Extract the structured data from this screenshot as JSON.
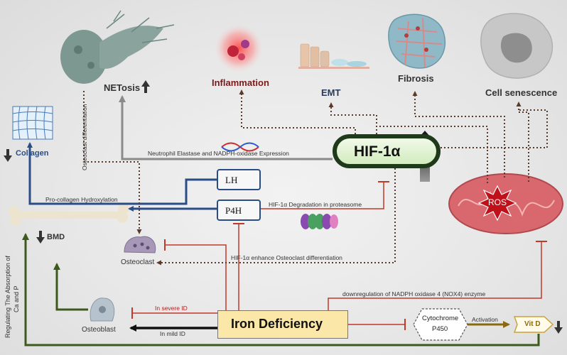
{
  "labels": {
    "netosis": "NETosis",
    "inflammation": "Inflammation",
    "emt": "EMT",
    "fibrosis": "Fibrosis",
    "cell_senescence": "Cell senescence",
    "collagen": "Collagen",
    "bmd": "BMD",
    "osteoclast": "Osteoclast",
    "osteoblast": "Osteoblast",
    "ros": "ROS",
    "vit_d": "Vit D",
    "cytochrome_line1": "Cytochrome",
    "cytochrome_line2": "P450",
    "lh": "LH",
    "p4h": "P4H",
    "hif": "HIF-1α",
    "iron_deficiency": "Iron Deficiency"
  },
  "edges": {
    "osteoclast_differentiation": "Osteoclast differentiation",
    "neutrophil": "Neutrophil Elastase and NADPH-oxidase Expression",
    "procollagen": "Pro-collagen Hydroxylation",
    "degradation": "HIF-1α Degradation in proteasome",
    "enhance_osteoclast": "HIF-1α enhance Osteoclast differentiation",
    "nox4": "downregulation of NADPH oxidase 4 (NOX4) enzyme",
    "severe_id": "In severe ID",
    "mild_id": "In mild ID",
    "activation": "Activation",
    "absorption_line1": "Regulating The Absorption of",
    "absorption_line2": "Ca and P"
  },
  "colors": {
    "navy": "#2a4d86",
    "dark_green": "#3d5a1e",
    "inhibit_red": "#c0392b",
    "dotted_brown": "#5a3a2a",
    "grey_arrow": "#8a8a8a",
    "hif_border": "#1e3a1a",
    "iron_fill": "#fbe7a8",
    "mito_fill": "#d9686e"
  },
  "icons": [
    "up-arrow-icon",
    "down-arrow-icon",
    "dna-icon",
    "proteasome-icon",
    "ros-star-icon"
  ]
}
